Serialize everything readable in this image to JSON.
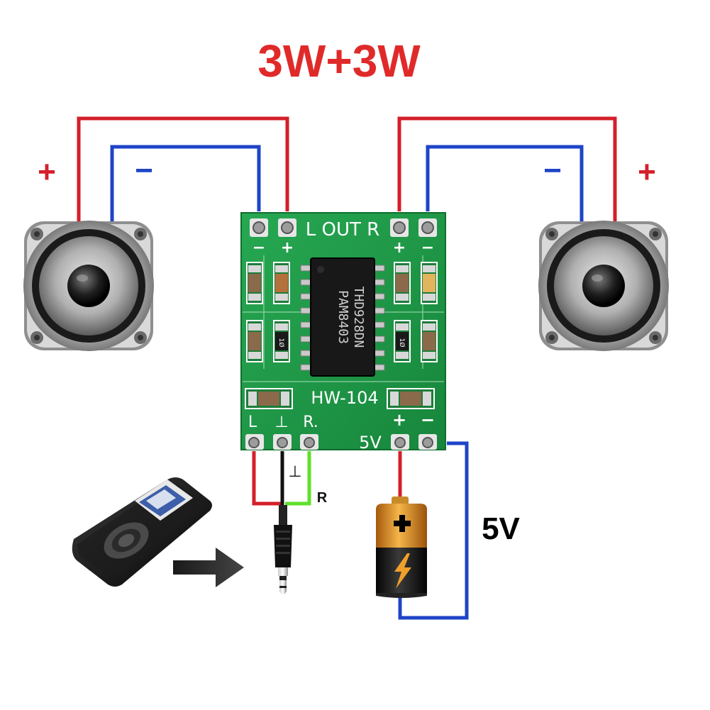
{
  "title": "3W+3W",
  "polarity": {
    "left_plus": "+",
    "left_minus": "−",
    "right_minus": "−",
    "right_plus": "+"
  },
  "board": {
    "out_label": "L OUT R",
    "model": "HW-104",
    "chip_line1": "PAM8403",
    "chip_line2": "THD928DN",
    "out_left_minus": "−",
    "out_left_plus": "+",
    "out_right_plus": "+",
    "out_right_minus": "−",
    "in_left": "L",
    "in_ground": "⊥",
    "in_right": "R.",
    "power_plus": "+",
    "power_minus": "−",
    "power_label": "5V",
    "resistor_mark": "1Ø"
  },
  "labels": {
    "ground": "⊥",
    "right_channel": "R",
    "supply": "5V"
  },
  "colors": {
    "title": "#e02a2a",
    "wire_red": "#d41f2a",
    "wire_blue": "#1e44c8",
    "wire_green": "#5fe02a",
    "wire_black": "#111111",
    "pcb": "#1f9a46",
    "pcb_dark": "#0f6e2d",
    "battery_gold": "#d98a1c"
  }
}
